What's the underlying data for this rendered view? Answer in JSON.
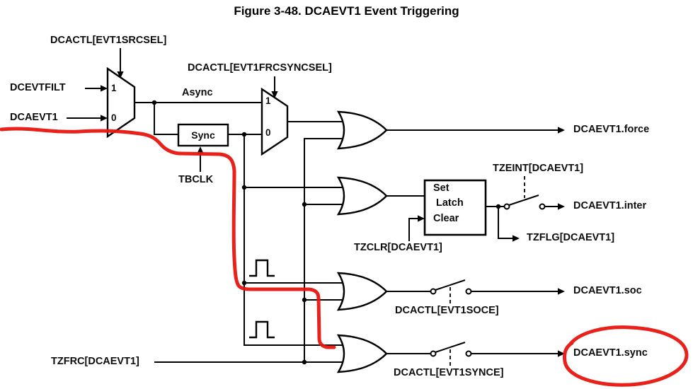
{
  "figure": {
    "title": "Figure 3-48. DCAEVT1 Event Triggering"
  },
  "colors": {
    "ink": "#000000",
    "annotation": "#e8150f",
    "background": "#ffffff"
  },
  "mux1": {
    "control": "DCACTL[EVT1SRCSEL]",
    "input1_label": "DCEVTFILT",
    "input0_label": "DCAEVT1",
    "pin1": "1",
    "pin0": "0"
  },
  "mux2": {
    "control": "DCACTL[EVT1FRCSYNCSEL]",
    "async_label": "Async",
    "pin1": "1",
    "pin0": "0"
  },
  "sync_block": {
    "label": "Sync",
    "clock": "TBCLK"
  },
  "latch": {
    "set": "Set",
    "name": "Latch",
    "clear": "Clear",
    "clear_signal": "TZCLR[DCAEVT1]",
    "enable_signal": "TZEINT[DCAEVT1]",
    "flag_output": "TZFLG[DCAEVT1]"
  },
  "outputs": {
    "force": "DCAEVT1.force",
    "inter": "DCAEVT1.inter",
    "soc": "DCAEVT1.soc",
    "sync": "DCAEVT1.sync"
  },
  "switches": {
    "soc_enable": "DCACTL[EVT1SOCE]",
    "sync_enable": "DCACTL[EVT1SYNCE]"
  },
  "inputs": {
    "tzfrc": "TZFRC[DCAEVT1]"
  }
}
